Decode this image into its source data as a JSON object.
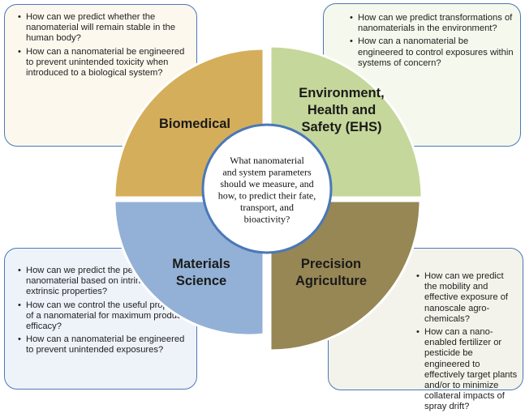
{
  "quadrants": {
    "biomedical": {
      "label": [
        "Biomedical"
      ],
      "color": "#d5ae5b"
    },
    "ehs": {
      "label": [
        "Environment,",
        "Health and",
        "Safety (EHS)"
      ],
      "color": "#c5d79a"
    },
    "materials": {
      "label": [
        "Materials",
        "Science"
      ],
      "color": "#93b1d6"
    },
    "agriculture": {
      "label": [
        "Precision",
        "Agriculture"
      ],
      "color": "#968755"
    }
  },
  "center_question": [
    "What nanomaterial",
    "and system parameters",
    "should we measure, and",
    "how, to predict their fate,",
    "transport, and",
    "bioactivity?"
  ],
  "boxes": {
    "biomedical": [
      "How can we predict whether the nanomaterial will remain stable in the human body?",
      "How can a nanomaterial be engineered to prevent unintended toxicity when introduced to a biological system?"
    ],
    "ehs": [
      "How can we predict transformations of nanomaterials in the environment?",
      "How can a nanomaterial be engineered to control exposures within systems of concern?"
    ],
    "materials": [
      "How can we predict the performance of a nanomaterial based on intrinsic and extrinsic properties?",
      "How can we control the useful properties of a nanomaterial for maximum product efficacy?",
      "How can a nanomaterial be engineered to prevent unintended exposures?"
    ],
    "agriculture": [
      "How can we predict the mobility and effective exposure of nanoscale agro-chemicals?",
      "How can a nano-enabled fertilizer or pesticide be engineered to effectively target plants and/or to minimize collateral impacts of spray drift?"
    ]
  }
}
